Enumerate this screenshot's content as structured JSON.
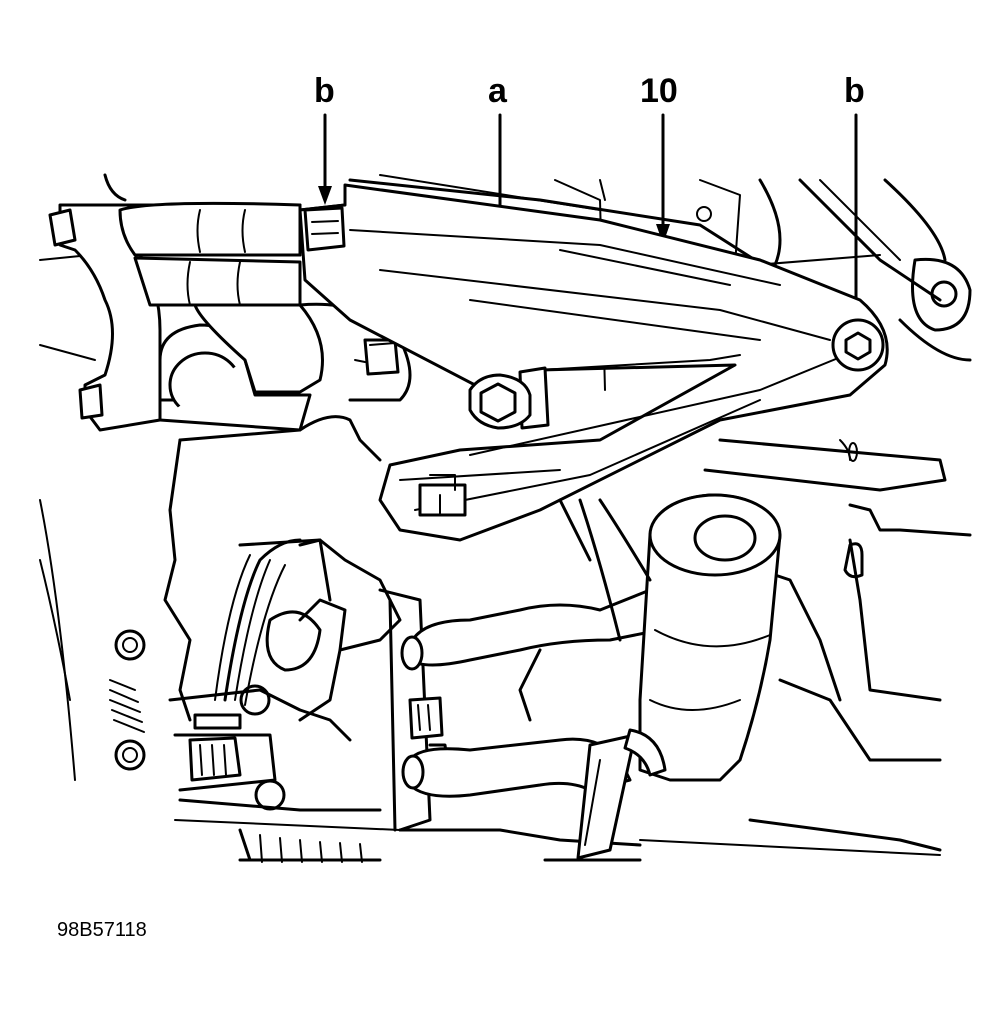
{
  "callouts": {
    "b_left": "b",
    "a": "a",
    "part_10": "10",
    "b_right": "b"
  },
  "figure_id": "98B57118",
  "colors": {
    "line": "#000000",
    "background": "#ffffff"
  }
}
